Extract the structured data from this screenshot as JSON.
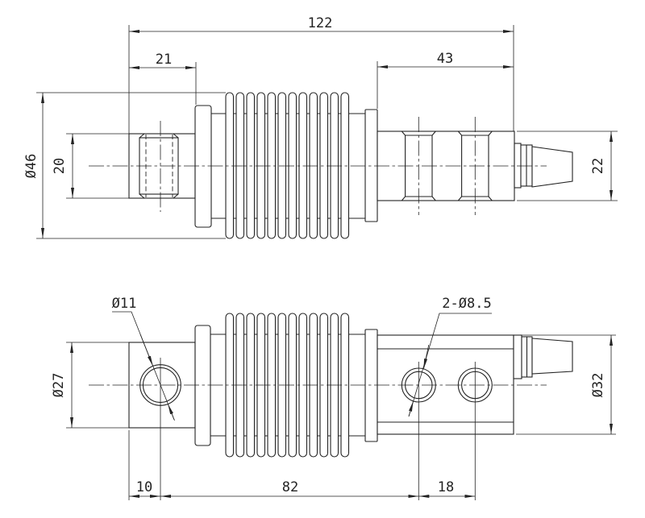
{
  "drawing": {
    "background_color": "#ffffff",
    "line_color": "#232323",
    "views": {
      "top": {
        "name": "side-elevation-view",
        "dims": {
          "overall_length": "122",
          "left_end_length": "21",
          "right_body_length": "43",
          "bellows_diameter": "Ø46",
          "left_shaft_height": "20",
          "right_body_height": "22"
        }
      },
      "bottom": {
        "name": "plan-view",
        "dims": {
          "left_block_height": "Ø27",
          "right_block_height": "Ø32",
          "left_hole": "Ø11",
          "mount_holes": "2-Ø8.5",
          "hole_offset": "10",
          "hole_span": "82",
          "hole_pitch": "18"
        }
      }
    }
  }
}
